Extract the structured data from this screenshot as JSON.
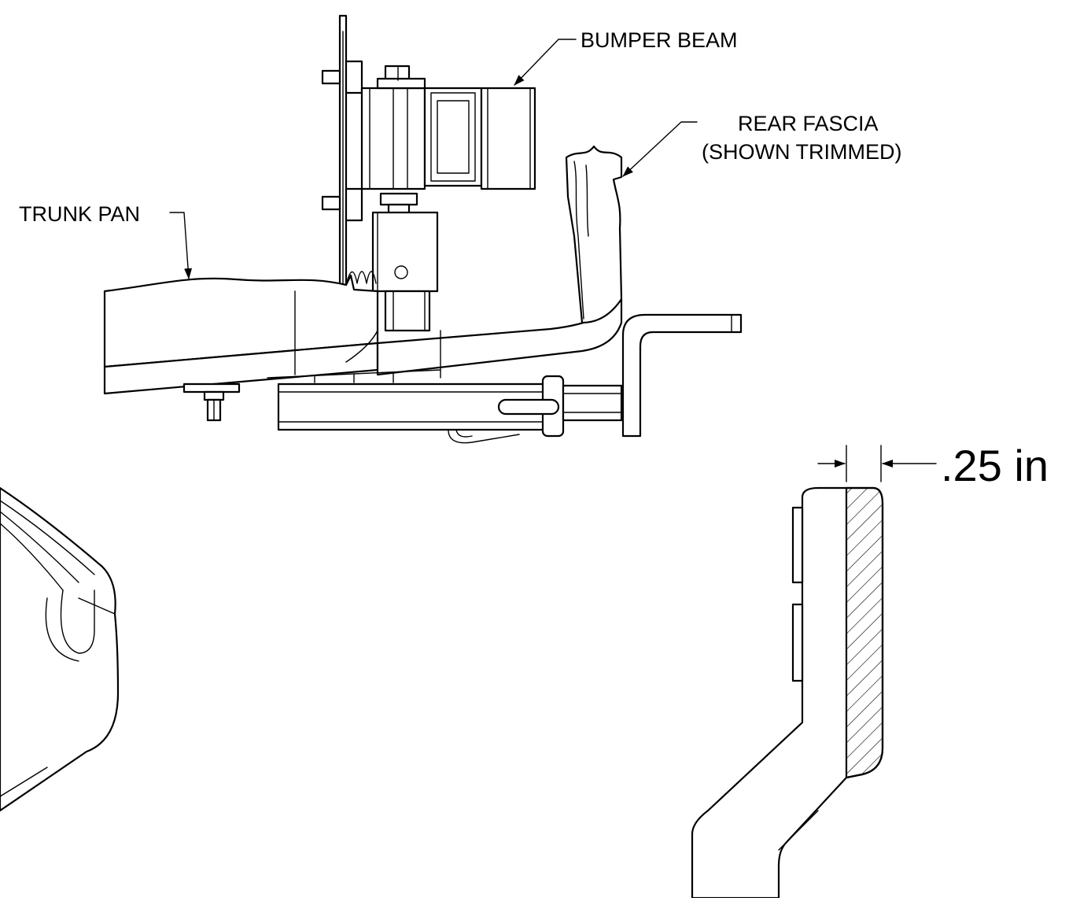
{
  "labels": {
    "bumper_beam": "BUMPER BEAM",
    "rear_fascia_line1": "REAR FASCIA",
    "rear_fascia_line2": "(SHOWN TRIMMED)",
    "trunk_pan": "TRUNK PAN"
  },
  "dimension": {
    "value": ".25 in"
  },
  "colors": {
    "line": "#000000",
    "background": "#ffffff"
  }
}
